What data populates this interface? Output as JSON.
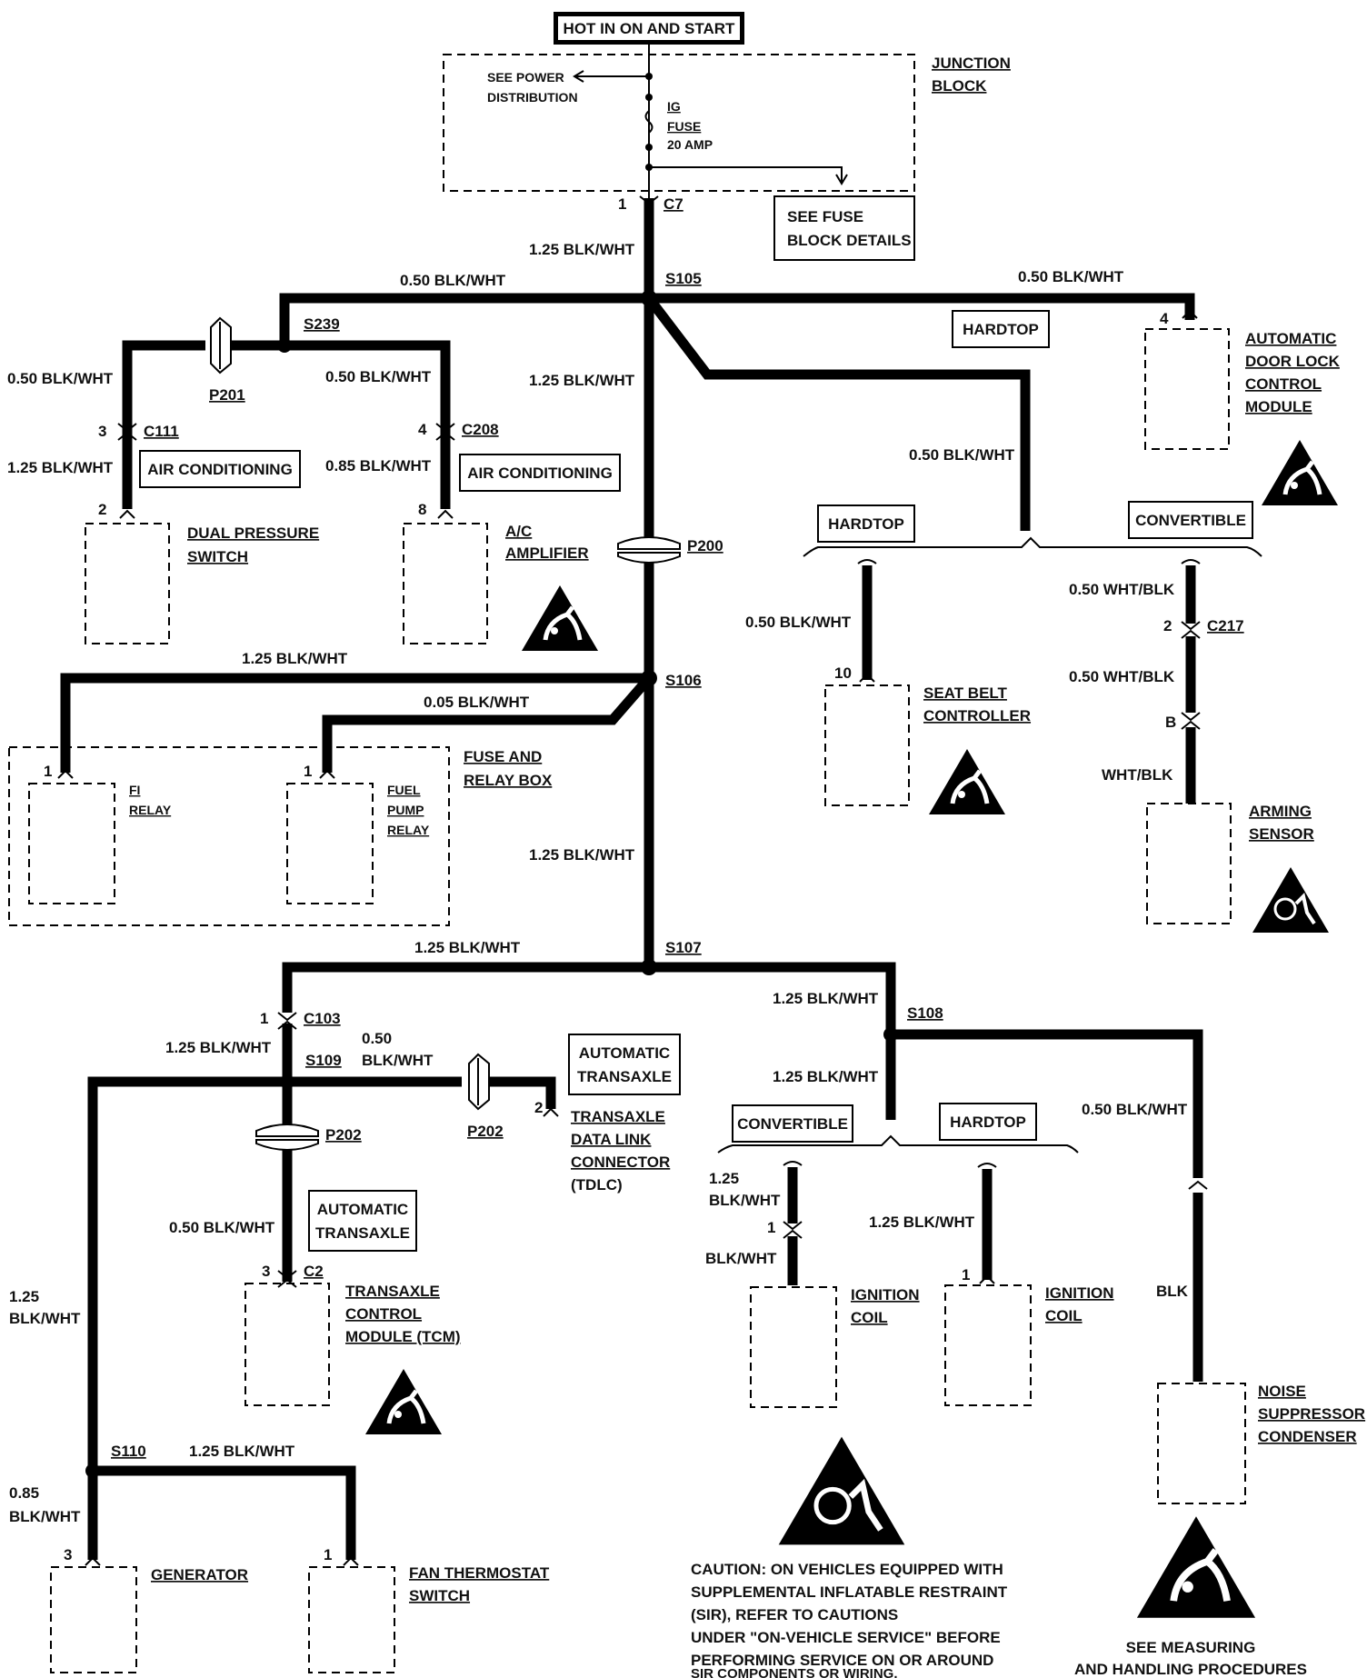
{
  "title": "HOT IN ON AND START",
  "junction_block": {
    "label_line1": "JUNCTION",
    "label_line2": "BLOCK",
    "power_dist_line1": "SEE POWER",
    "power_dist_line2": "DISTRIBUTION",
    "fuse_name": "IG",
    "fuse_label": "FUSE",
    "fuse_rating": "20 AMP",
    "fuse_block_line1": "SEE FUSE",
    "fuse_block_line2": "BLOCK DETAILS"
  },
  "connectors": {
    "c7": "C7",
    "c7_pin": "1",
    "c111": "C111",
    "c111_pin": "3",
    "c208": "C208",
    "c208_pin": "4",
    "c217": "C217",
    "c217_pin": "2",
    "c103": "C103",
    "c103_pin": "1",
    "c2": "C2",
    "c2_pin": "3",
    "b_pin": "B",
    "p201": "P201",
    "p200": "P200",
    "p202a": "P202",
    "p202b": "P202"
  },
  "splices": {
    "s105": "S105",
    "s239": "S239",
    "s106": "S106",
    "s107": "S107",
    "s108": "S108",
    "s109": "S109",
    "s110": "S110"
  },
  "wires": {
    "w_c7": "1.25 BLK/WHT",
    "w_left_top": "0.50 BLK/WHT",
    "w_right_top": "0.50 BLK/WHT",
    "w_left_p201": "0.50 BLK/WHT",
    "w_s239_down": "0.50 BLK/WHT",
    "w_main_1": "1.25 BLK/WHT",
    "w_dps": "1.25 BLK/WHT",
    "w_amp": "0.85 BLK/WHT",
    "w_hardtop_branch": "0.50 BLK/WHT",
    "w_seatbelt": "0.50 BLK/WHT",
    "w_conv_1": "0.50 WHT/BLK",
    "w_conv_2": "0.50 WHT/BLK",
    "w_arming": "WHT/BLK",
    "w_s106_left": "1.25 BLK/WHT",
    "w_s106_fuel": "0.05 BLK/WHT",
    "w_main_2": "1.25 BLK/WHT",
    "w_s107_left": "1.25 BLK/WHT",
    "w_s107_right": "1.25 BLK/WHT",
    "w_s108_down": "1.25 BLK/WHT",
    "w_s108_right": "0.50 BLK/WHT",
    "w_c103": "1.25 BLK/WHT",
    "w_s109_right_1": "0.50",
    "w_s109_right_2": "BLK/WHT",
    "w_tcm": "0.50 BLK/WHT",
    "w_left_long_1": "1.25",
    "w_left_long_2": "BLK/WHT",
    "w_s110_right": "1.25 BLK/WHT",
    "w_gen_1": "0.85",
    "w_gen_2": "BLK/WHT",
    "w_coil1_a": "1.25",
    "w_coil1_b": "BLK/WHT",
    "w_coil1_c": "BLK/WHT",
    "w_coil2": "1.25 BLK/WHT",
    "w_noise": "BLK"
  },
  "pins": {
    "door_lock": "4",
    "dps": "2",
    "amp": "8",
    "seatbelt": "10",
    "fi": "1",
    "fuel": "1",
    "tdlc": "2",
    "coil1": "1",
    "coil2": "1",
    "gen": "3",
    "fan": "1"
  },
  "option_boxes": {
    "hardtop_1": "HARDTOP",
    "hardtop_2": "HARDTOP",
    "convertible_1": "CONVERTIBLE",
    "air_cond_1": "AIR CONDITIONING",
    "air_cond_2": "AIR CONDITIONING",
    "auto_trans_1a": "AUTOMATIC",
    "auto_trans_1b": "TRANSAXLE",
    "auto_trans_2a": "AUTOMATIC",
    "auto_trans_2b": "TRANSAXLE",
    "convertible_2": "CONVERTIBLE",
    "hardtop_3": "HARDTOP"
  },
  "components": {
    "door_lock": [
      "AUTOMATIC",
      "DOOR LOCK",
      "CONTROL",
      "MODULE"
    ],
    "dps": [
      "DUAL PRESSURE",
      "SWITCH"
    ],
    "amp": [
      "A/C",
      "AMPLIFIER"
    ],
    "seatbelt": [
      "SEAT BELT",
      "CONTROLLER"
    ],
    "arming": [
      "ARMING",
      "SENSOR"
    ],
    "relay_box": [
      "FUSE AND",
      "RELAY BOX"
    ],
    "fi_relay": [
      "FI",
      "RELAY"
    ],
    "fuel_relay": [
      "FUEL",
      "PUMP",
      "RELAY"
    ],
    "tdlc": [
      "TRANSAXLE",
      "DATA LINK",
      "CONNECTOR",
      "(TDLC)"
    ],
    "tcm": [
      "TRANSAXLE",
      "CONTROL",
      "MODULE (TCM)"
    ],
    "coil1": [
      "IGNITION",
      "COIL"
    ],
    "coil2": [
      "IGNITION",
      "COIL"
    ],
    "noise": [
      "NOISE",
      "SUPPRESSOR",
      "CONDENSER"
    ],
    "generator": [
      "GENERATOR"
    ],
    "fan": [
      "FAN THERMOSTAT",
      "SWITCH"
    ]
  },
  "notes": {
    "caution": [
      "CAUTION:  ON VEHICLES EQUIPPED WITH",
      "SUPPLEMENTAL INFLATABLE RESTRAINT",
      "(SIR), REFER TO CAUTIONS",
      "UNDER \"ON-VEHICLE SERVICE\" BEFORE",
      "PERFORMING SERVICE ON OR AROUND",
      "SIR COMPONENTS OR WIRING."
    ],
    "esd": [
      "SEE MEASURING",
      "AND HANDLING PROCEDURES"
    ]
  }
}
